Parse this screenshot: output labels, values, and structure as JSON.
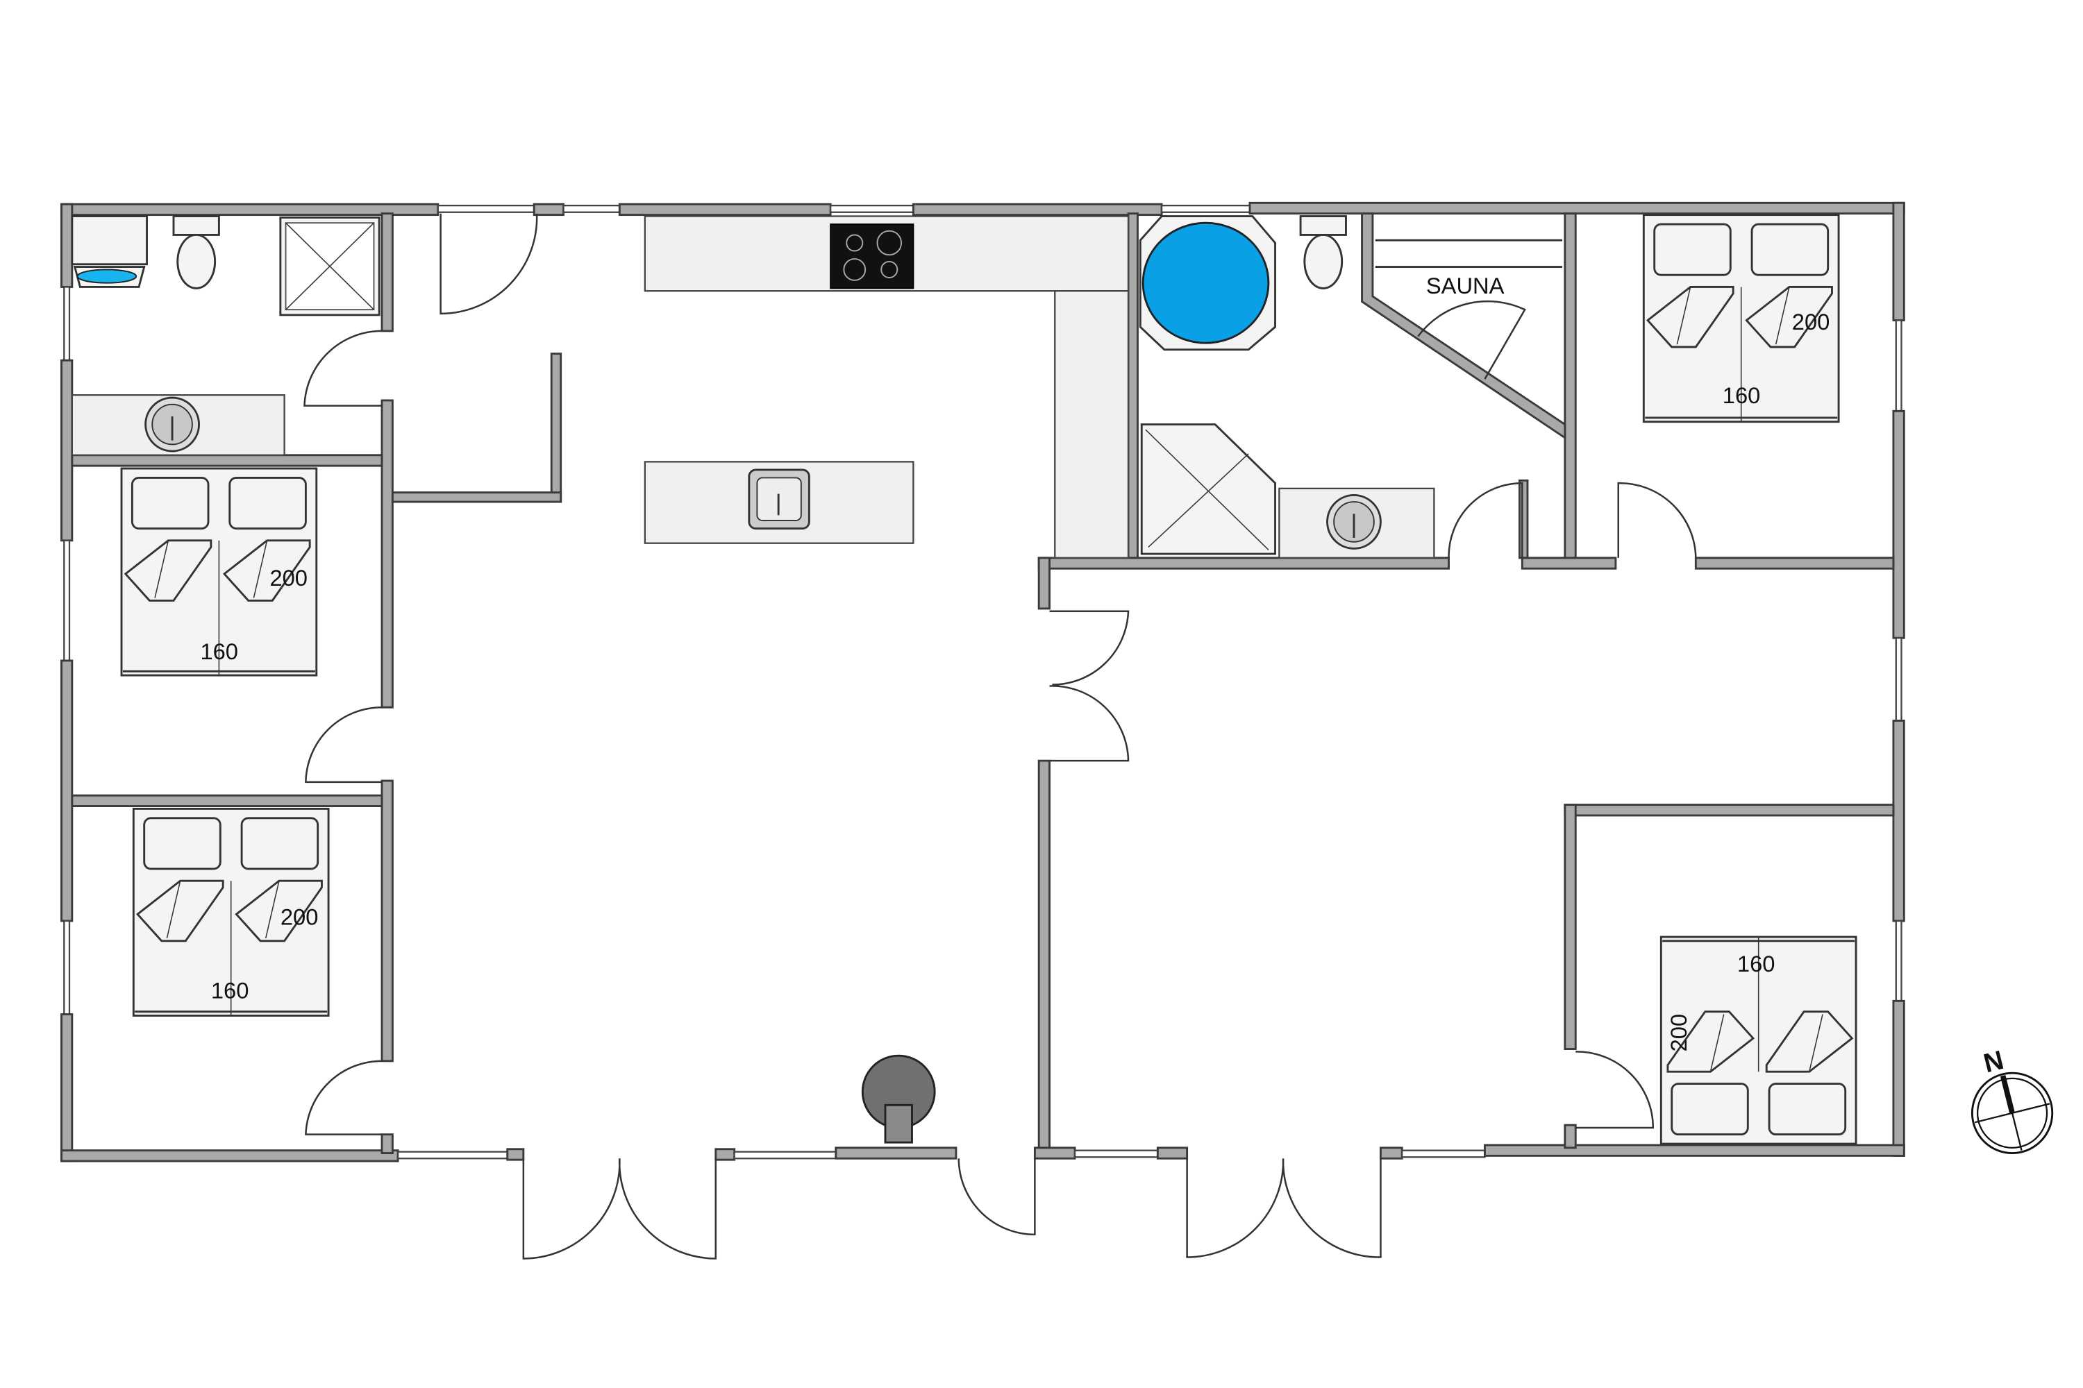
{
  "plan": {
    "rooms": {
      "sauna_label": "SAUNA"
    },
    "beds": [
      {
        "width_label": "160",
        "length_label": "200"
      },
      {
        "width_label": "160",
        "length_label": "200"
      },
      {
        "width_label": "160",
        "length_label": "200"
      },
      {
        "width_label": "160",
        "length_label": "200"
      }
    ],
    "compass": {
      "north_label": "N"
    },
    "colors": {
      "wall": "#a9a9a9",
      "bathtub": "#0aa0e6",
      "hob": "#111111",
      "stove": "#707070"
    }
  }
}
